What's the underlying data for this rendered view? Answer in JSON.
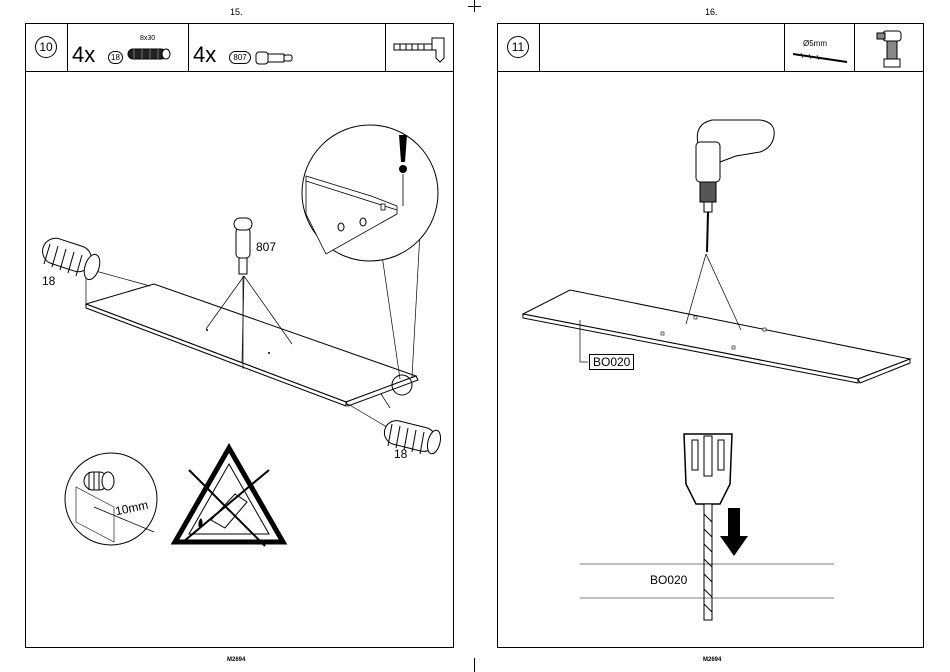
{
  "left_page": {
    "page_number": "15.",
    "step_number": "10",
    "parts": [
      {
        "quantity": "4x",
        "part_id": "18",
        "size": "8x30",
        "icon": "wooden-dowel-icon"
      },
      {
        "quantity": "4x",
        "part_id": "807",
        "icon": "cam-bolt-icon"
      }
    ],
    "tool_icon": "hammer-icon",
    "callouts": {
      "dowel_left": "18",
      "dowel_right": "18",
      "bolt": "807",
      "depth": "10mm"
    },
    "footer_code": "M2694"
  },
  "right_page": {
    "page_number": "16.",
    "step_number": "11",
    "drill_bit_label": "Ø5mm",
    "tool_icons": [
      "drill-bit-icon",
      "cordless-drill-icon"
    ],
    "panel_label": "BO020",
    "detail_label": "BO020",
    "footer_code": "M2694"
  }
}
